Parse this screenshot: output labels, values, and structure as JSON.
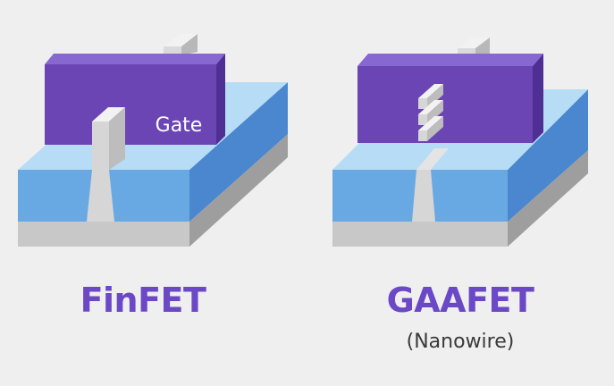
{
  "diagram": {
    "finfet": {
      "title": "FinFET",
      "gate_label": "Gate"
    },
    "gaafet": {
      "title": "GAAFET",
      "subtitle": "(Nanowire)"
    }
  },
  "colors": {
    "background": "#efefef",
    "gate_front": "#6a45b3",
    "gate_top": "#8668d0",
    "gate_side": "#4f2f94",
    "oxide_front": "#69a9e3",
    "oxide_top": "#b6dcf6",
    "oxide_side": "#4a87cf",
    "substrate_front": "#c8c8c8",
    "substrate_side": "#9e9e9e",
    "fin": "#d6d6d6",
    "title": "#6b48c6"
  }
}
